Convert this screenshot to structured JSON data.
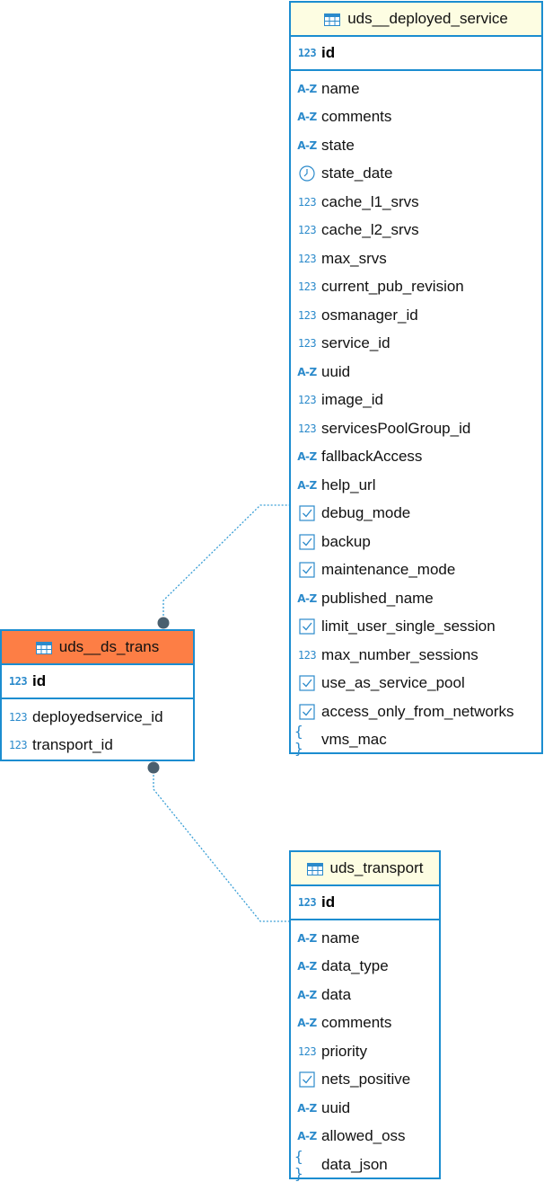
{
  "tables": {
    "deployed_service": {
      "name": "uds__deployed_service",
      "pk": {
        "type": "num",
        "name": "id"
      },
      "columns": [
        {
          "type": "text",
          "name": "name"
        },
        {
          "type": "text",
          "name": "comments"
        },
        {
          "type": "text",
          "name": "state"
        },
        {
          "type": "time",
          "name": "state_date"
        },
        {
          "type": "num",
          "name": "cache_l1_srvs"
        },
        {
          "type": "num",
          "name": "cache_l2_srvs"
        },
        {
          "type": "num",
          "name": "max_srvs"
        },
        {
          "type": "num",
          "name": "current_pub_revision"
        },
        {
          "type": "num",
          "name": "osmanager_id"
        },
        {
          "type": "num",
          "name": "service_id"
        },
        {
          "type": "text",
          "name": "uuid"
        },
        {
          "type": "num",
          "name": "image_id"
        },
        {
          "type": "num",
          "name": "servicesPoolGroup_id"
        },
        {
          "type": "text",
          "name": "fallbackAccess"
        },
        {
          "type": "text",
          "name": "help_url"
        },
        {
          "type": "bool",
          "name": "debug_mode"
        },
        {
          "type": "bool",
          "name": "backup"
        },
        {
          "type": "bool",
          "name": "maintenance_mode"
        },
        {
          "type": "text",
          "name": "published_name"
        },
        {
          "type": "bool",
          "name": "limit_user_single_session"
        },
        {
          "type": "num",
          "name": "max_number_sessions"
        },
        {
          "type": "bool",
          "name": "use_as_service_pool"
        },
        {
          "type": "bool",
          "name": "access_only_from_networks"
        },
        {
          "type": "json",
          "name": "vms_mac"
        }
      ]
    },
    "ds_trans": {
      "name": "uds__ds_trans",
      "pk": {
        "type": "num",
        "name": "id"
      },
      "columns": [
        {
          "type": "num",
          "name": "deployedservice_id"
        },
        {
          "type": "num",
          "name": "transport_id"
        }
      ]
    },
    "transport": {
      "name": "uds_transport",
      "pk": {
        "type": "num",
        "name": "id"
      },
      "columns": [
        {
          "type": "text",
          "name": "name"
        },
        {
          "type": "text",
          "name": "data_type"
        },
        {
          "type": "text",
          "name": "data"
        },
        {
          "type": "text",
          "name": "comments"
        },
        {
          "type": "num",
          "name": "priority"
        },
        {
          "type": "bool",
          "name": "nets_positive"
        },
        {
          "type": "text",
          "name": "uuid"
        },
        {
          "type": "text",
          "name": "allowed_oss"
        },
        {
          "type": "json",
          "name": "data_json"
        }
      ]
    }
  },
  "type_icons": {
    "num": "123",
    "text": "A-Z",
    "time": "clock-icon",
    "bool": "checkbox-icon",
    "json": "{ }"
  },
  "colors": {
    "border": "#1b8dd0",
    "header_bg": "#fdfde2",
    "header_active_bg": "#fd7e45",
    "icon": "#2b8acb",
    "relation_line": "#3a9fd6",
    "relation_dot": "#4a5f6e"
  }
}
